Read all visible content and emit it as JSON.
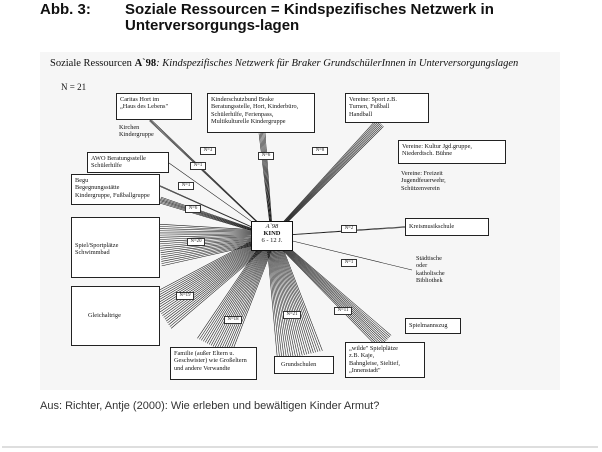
{
  "header": {
    "figure_number": "Abb. 3:",
    "title": "Soziale Ressourcen = Kindspezifisches Netzwerk in Unterversorgungs-lagen"
  },
  "diagram": {
    "title_prefix": "Soziale Ressourcen ",
    "title_bold": "A`98",
    "title_rest": ": Kindspezifisches Netzwerk für Braker GrundschülerInnen in Unterversorgungslagen",
    "count": "N = 21",
    "center": {
      "line1": "A`98",
      "line2": "KIND",
      "line3": "6 - 12 J."
    },
    "nodes": [
      {
        "id": "caritas",
        "text": "Caritas  Hort im\n„Haus des Lebens\""
      },
      {
        "id": "kirchen",
        "text": "Kirchen\nKindergruppe"
      },
      {
        "id": "awo",
        "text": "AWO Beratungsstelle\nSchülerhilfe"
      },
      {
        "id": "begu",
        "text": "Begu\nBegegnungsstätte\nKindergruppe, Fußballgruppe"
      },
      {
        "id": "kinderschutz",
        "text": "Kinderschutzbund Brake\nBeratungsstelle, Hort, Kinderbüro,\nSchülerhilfe, Ferienpass,\nMultikulturelle Kindergruppe"
      },
      {
        "id": "sport",
        "text": "Vereine: Sport z.B.\nTurnen, Fußball\nHandball"
      },
      {
        "id": "kultur",
        "text": "Vereine: Kultur Jgd.gruppe,\nNiederdtsch. Bühne"
      },
      {
        "id": "freizeit",
        "text": "Vereine: Freizeit\nJugendfeuerwehr,\nSchützenverein"
      },
      {
        "id": "spielplaetze",
        "text": "Spiel/Sportplätze\nSchwimmbad"
      },
      {
        "id": "kreismusik",
        "text": "Kreismusikschule"
      },
      {
        "id": "bibliothek",
        "text": "Städtische\noder\nkatholische\nBibliothek"
      },
      {
        "id": "gleichaltrige",
        "text": "Gleichaltrige"
      },
      {
        "id": "spielmannszug",
        "text": "Spielmannszug"
      },
      {
        "id": "familie",
        "text": "Familie (außer Eltern u.\nGeschwister) wie Großeltern\nund andere Verwandte"
      },
      {
        "id": "grundschulen",
        "text": "Grundschulen"
      },
      {
        "id": "wilde",
        "text": "„wilde\" Spielplätze\nz.B. Kaje,\nBahngleise, Siel­tief,\n„Innenstadt\""
      }
    ],
    "counts": [
      {
        "id": "caritas",
        "label": "N=3"
      },
      {
        "id": "kinderschutz",
        "label": "N=6"
      },
      {
        "id": "sport",
        "label": "N=8"
      },
      {
        "id": "awo",
        "label": "N=1"
      },
      {
        "id": "begu1",
        "label": "N=1"
      },
      {
        "id": "begu2",
        "label": "N=6"
      },
      {
        "id": "spiel",
        "label": "N=20"
      },
      {
        "id": "kreis",
        "label": "N=2"
      },
      {
        "id": "biblio",
        "label": "N=1"
      },
      {
        "id": "gleich",
        "label": "N=19"
      },
      {
        "id": "familie",
        "label": "N=18"
      },
      {
        "id": "grund",
        "label": "N=21"
      },
      {
        "id": "wilde",
        "label": "N=11"
      }
    ]
  },
  "caption": "Aus: Richter, Antje (2000): Wie erleben und bewältigen Kinder Armut?"
}
